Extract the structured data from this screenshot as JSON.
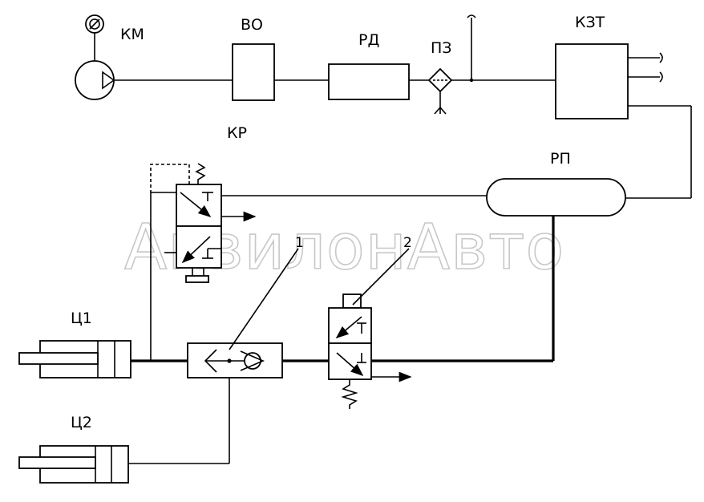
{
  "labels": {
    "km": "КМ",
    "vo": "ВО",
    "rd": "РД",
    "pz": "ПЗ",
    "kzt": "КЗТ",
    "kr": "КР",
    "rp": "РП",
    "c1": "Ц1",
    "c2": "Ц2",
    "n1": "1",
    "n2": "2"
  },
  "watermark": "АквилонАвто",
  "colors": {
    "line": "#000000",
    "watermark": "#c8c8c8"
  }
}
